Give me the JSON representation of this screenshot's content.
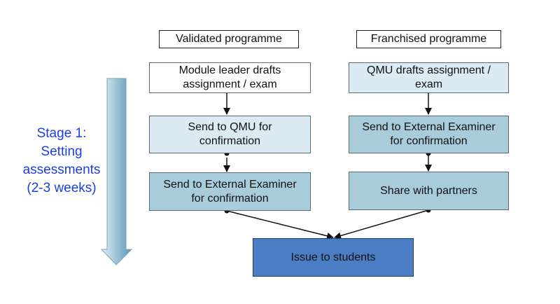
{
  "headers": {
    "validated": "Validated programme",
    "franchised": "Franchised programme"
  },
  "validated_steps": [
    "Module leader drafts assignment / exam",
    "Send to QMU for confirmation",
    "Send to External Examiner for confirmation"
  ],
  "franchised_steps": [
    "QMU drafts assignment / exam",
    "Send to External Examiner for confirmation",
    "Share with partners"
  ],
  "final_step": "Issue to students",
  "stage": {
    "line1": "Stage 1:",
    "line2": "Setting",
    "line3": "assessments",
    "line4": "(2-3 weeks)"
  },
  "colors": {
    "white_box": "#ffffff",
    "pale_box": "#dcebf3",
    "mid_box": "#a9ccdb",
    "final_box": "#4a7dc4",
    "stage_text": "#1a3ee6"
  }
}
